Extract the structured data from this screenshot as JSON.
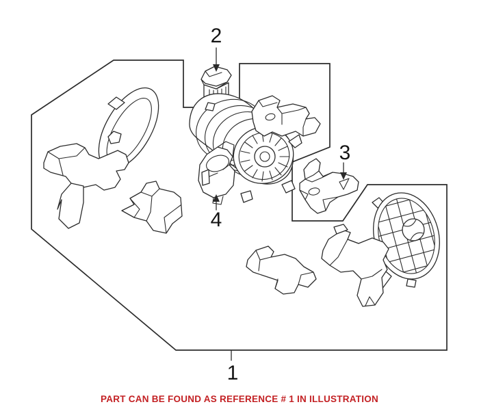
{
  "illustration": {
    "caption": "PART CAN BE FOUND AS REFERENCE # 1 IN ILLUSTRATION",
    "callouts": [
      {
        "label": "1"
      },
      {
        "label": "2"
      },
      {
        "label": "3"
      },
      {
        "label": "4"
      }
    ],
    "colors": {
      "line": "#2b2b2b",
      "background": "#ffffff",
      "caption_red": "#c32023",
      "label": "#141414"
    }
  }
}
